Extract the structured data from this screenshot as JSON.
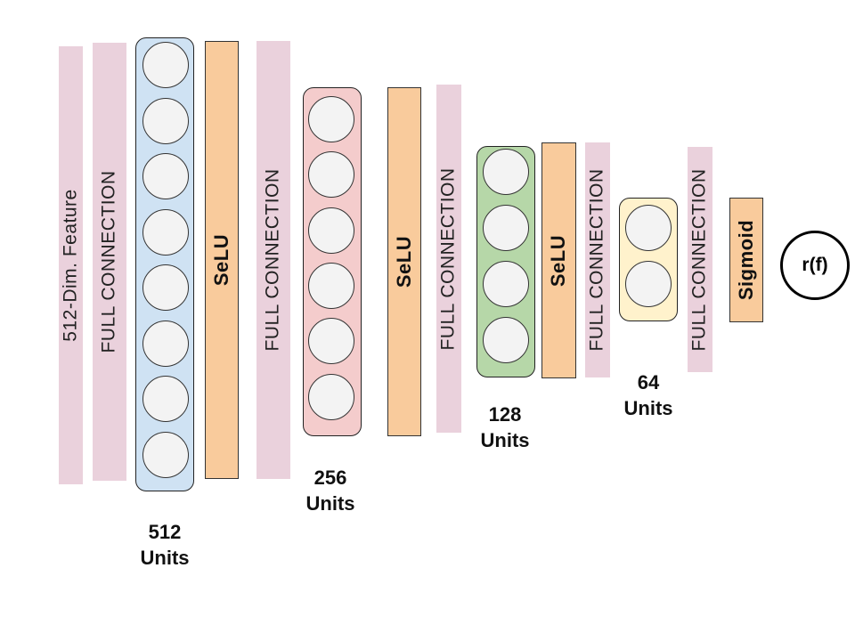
{
  "input_feature": {
    "label": "512-Dim. Feature"
  },
  "connections": [
    {
      "label": "FULL CONNECTION"
    },
    {
      "label": "FULL CONNECTION"
    },
    {
      "label": "FULL CONNECTION"
    },
    {
      "label": "FULL CONNECTION"
    },
    {
      "label": "FULL CONNECTION"
    }
  ],
  "activations": [
    {
      "label": "SeLU"
    },
    {
      "label": "SeLU"
    },
    {
      "label": "SeLU"
    },
    {
      "label": "Sigmoid"
    }
  ],
  "layers": [
    {
      "count": "512",
      "unit": "Units",
      "neurons_drawn": 8,
      "color": "#cfe2f3"
    },
    {
      "count": "256",
      "unit": "Units",
      "neurons_drawn": 6,
      "color": "#f4cccc"
    },
    {
      "count": "128",
      "unit": "Units",
      "neurons_drawn": 4,
      "color": "#b6d7a8"
    },
    {
      "count": "64",
      "unit": "Units",
      "neurons_drawn": 2,
      "color": "#fff2cc"
    }
  ],
  "output": {
    "label": "r(f)"
  }
}
